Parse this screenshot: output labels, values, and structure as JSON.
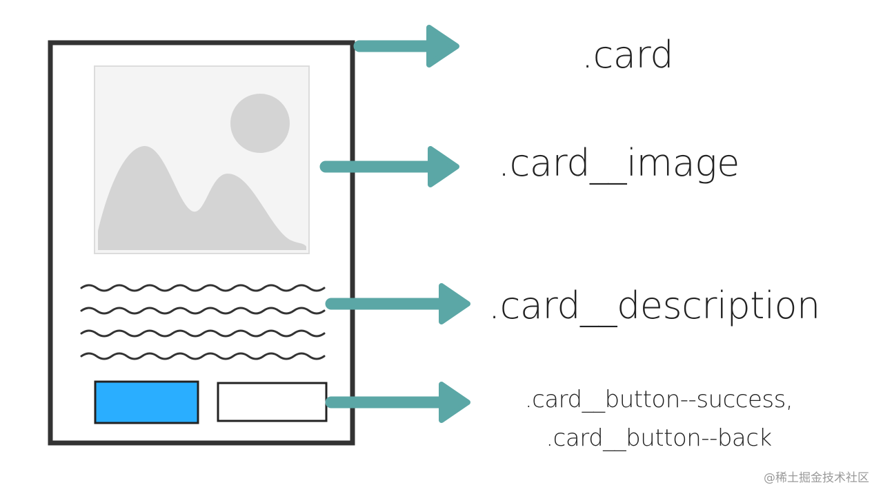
{
  "colors": {
    "arrow": "#5ba7a6",
    "card_border": "#333333",
    "image_bg": "#f3f3f3",
    "image_shapes": "#d6d6d6",
    "wave": "#333333",
    "button_success": "#2aaeff",
    "button_back": "#ffffff"
  },
  "labels": {
    "card": ".card",
    "image": ".card__image",
    "description": ".card__description",
    "button_success": ".card__button--success,",
    "button_back": ".card__button--back"
  },
  "icons": {
    "image_placeholder": "landscape-placeholder-icon",
    "arrow": "right-arrow-icon"
  },
  "watermark": "@稀土掘金技术社区"
}
